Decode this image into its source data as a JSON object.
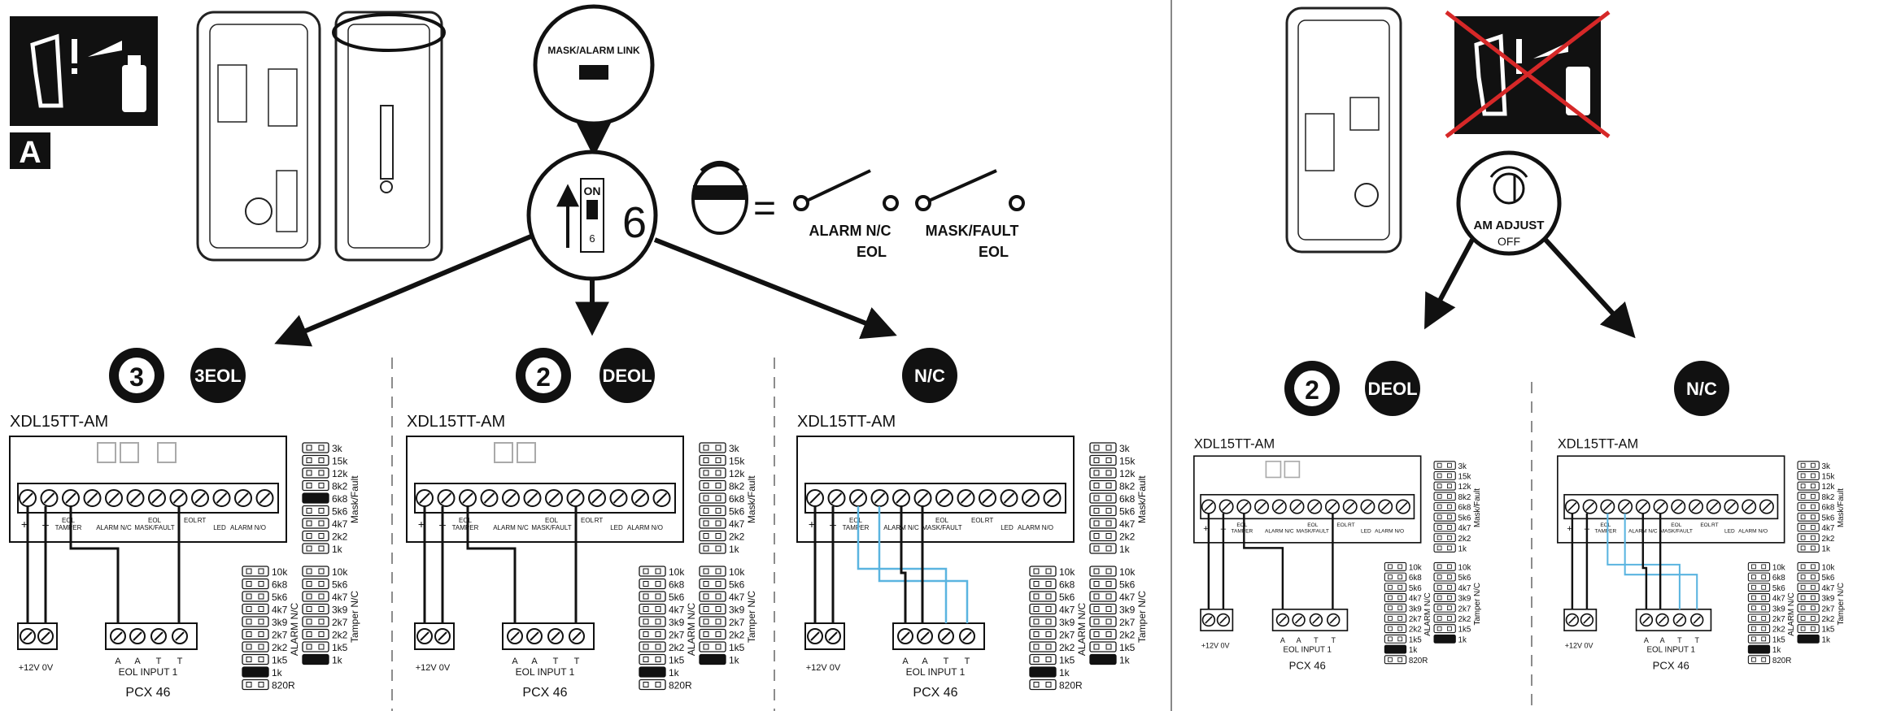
{
  "panel_a_label": "A",
  "mask_alarm_link": "MASK/ALARM LINK",
  "dip_switch": {
    "on": "ON",
    "number": "6",
    "big_number": "6"
  },
  "equals": "=",
  "alarm_switch": {
    "line1": "ALARM N/C",
    "line2": "EOL"
  },
  "mask_switch": {
    "line1": "MASK/FAULT",
    "line2": "EOL"
  },
  "am_adjust": {
    "title": "AM ADJUST",
    "state": "OFF"
  },
  "modes": {
    "three_eol": {
      "grade": "3",
      "label": "3EOL"
    },
    "deol": {
      "grade": "2",
      "label": "DEOL"
    },
    "nc": {
      "label": "N/C"
    }
  },
  "detector": "XDL15TT-AM",
  "terminal_labels": {
    "plus": "+",
    "minus": "–",
    "eol_tamper_1": "EOL",
    "eol_tamper_2": "TAMPER",
    "alarm_nc": "ALARM N/C",
    "eol_mask_1": "EOL",
    "eol_mask_2": "MASK/FAULT",
    "eol_r": "EOL",
    "rt": "RT",
    "led": "LED",
    "alarm_no": "ALARM N/O"
  },
  "power_label": "+12V 0V",
  "input_pins": [
    "A",
    "A",
    "T",
    "T"
  ],
  "input_label": "EOL INPUT 1",
  "pcx": "PCX 46",
  "mask_fault_resistors": [
    "3k",
    "15k",
    "12k",
    "8k2",
    "6k8",
    "5k6",
    "4k7",
    "2k2",
    "1k"
  ],
  "mask_fault_title": "Mask/Fault",
  "tamper_resistors": [
    "10k",
    "5k6",
    "4k7",
    "3k9",
    "2k7",
    "2k2",
    "1k5",
    "1k"
  ],
  "tamper_title": "Tamper N/C",
  "alarm_resistors": [
    "10k",
    "6k8",
    "5k6",
    "4k7",
    "3k9",
    "2k7",
    "2k2",
    "1k5",
    "1k",
    "820R"
  ],
  "alarm_title": "ALARM N/C"
}
